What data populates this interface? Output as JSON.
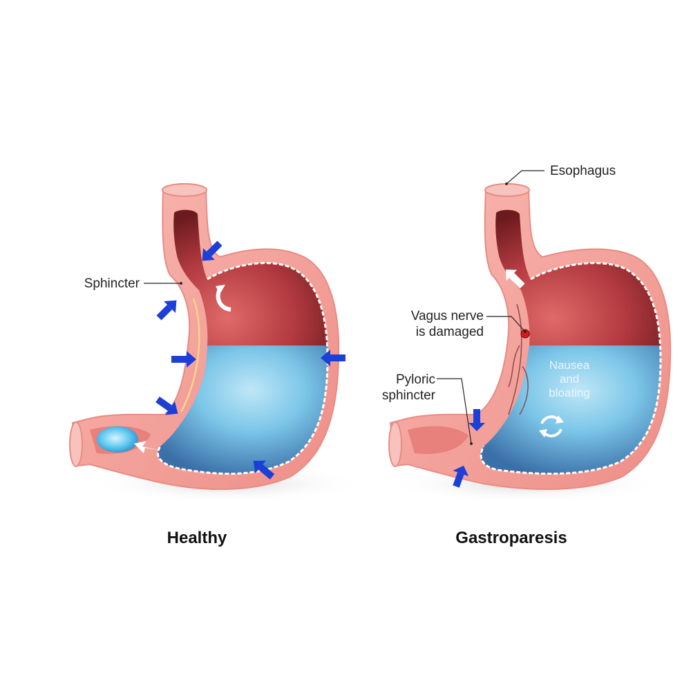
{
  "labels": {
    "sphincter": "Sphincter",
    "esophagus": "Esophagus",
    "vagus_line1": "Vagus nerve",
    "vagus_line2": "is damaged",
    "pyloric_line1": "Pyloric",
    "pyloric_line2": "sphincter",
    "inner_line1": "Nausea",
    "inner_line2": "and",
    "inner_line3": "bloating"
  },
  "captions": {
    "healthy": "Healthy",
    "gastroparesis": "Gastroparesis"
  },
  "colors": {
    "wall_outer": "#f4a6a0",
    "wall_inner": "#fbd3cc",
    "cavity": "#c8454a",
    "cavity_dark": "#7a1e22",
    "fluid": "#6fbfe4",
    "fluid_dark": "#3b7fb8",
    "arrow": "#1c3fd6",
    "nerve_dot": "#d81b1b"
  },
  "icons": [
    "blue-arrow-icon",
    "white-arrow-icon",
    "recycle-icon",
    "nerve-damage-dot-icon"
  ]
}
